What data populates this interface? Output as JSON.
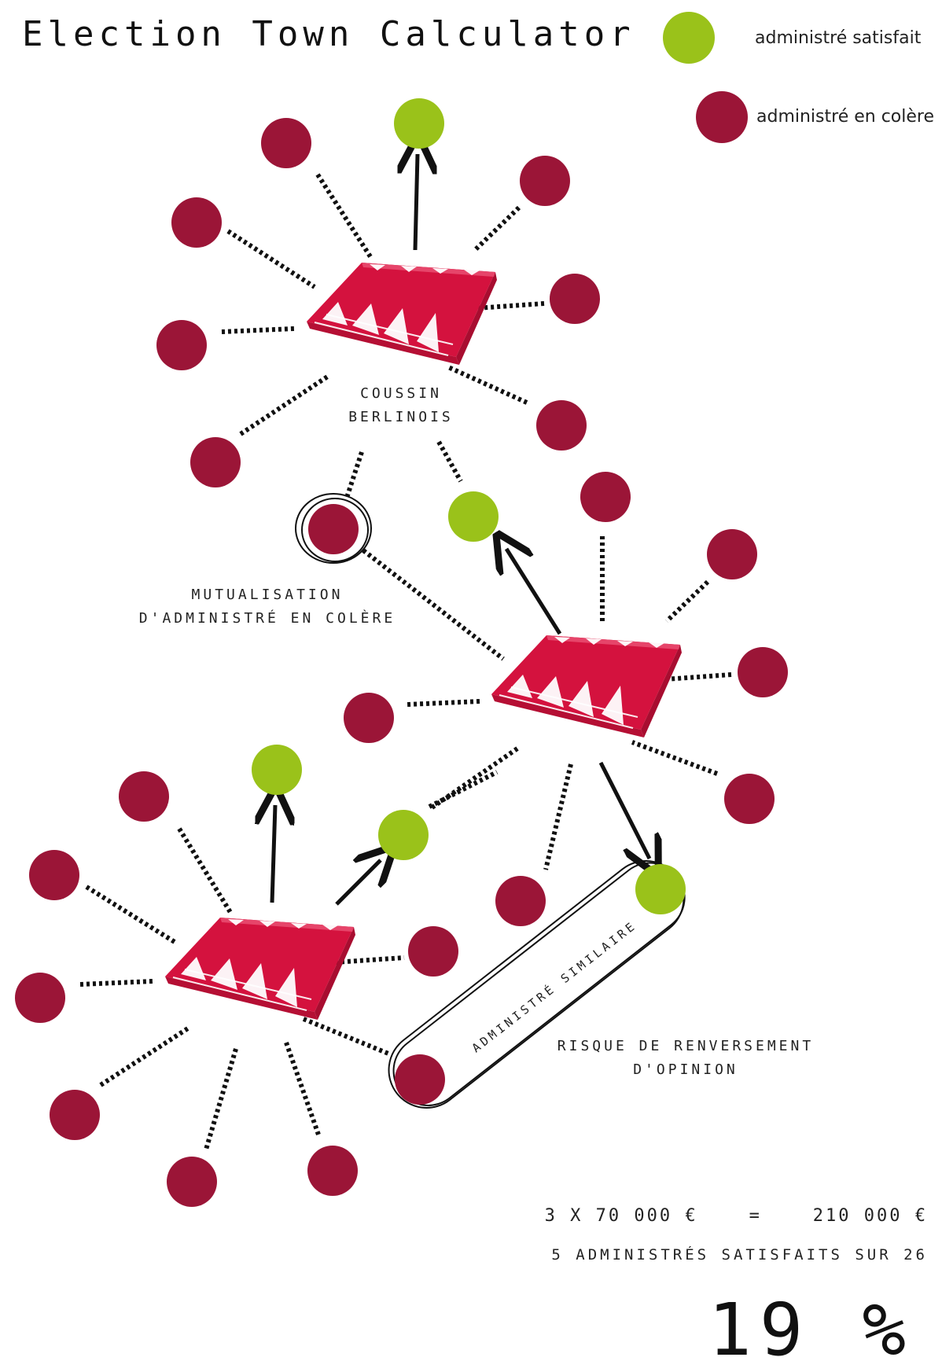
{
  "title": "Election Town Calculator",
  "legend": {
    "satisfied": {
      "label": "administré satisfait",
      "color": "#9ac21a"
    },
    "angry": {
      "label": "administré en colère",
      "color": "#9b1537"
    }
  },
  "captions": {
    "cushion": [
      "COUSSIN",
      "BERLINOIS"
    ],
    "mutualisation": [
      "MUTUALISATION",
      "D'ADMINISTRÉ EN COLÈRE"
    ],
    "similar": "ADMINISTRÉ SIMILAIRE",
    "risk": [
      "RISQUE DE RENVERSEMENT",
      "D'OPINION"
    ]
  },
  "calculation": {
    "cost_line": "3 X 70 000 €    =    210 000 €",
    "ratio_line": "5 ADMINISTRÉS SATISFAITS SUR 26",
    "percent": "19 %"
  },
  "colors": {
    "cushion": "#d4123e",
    "cushion_dark": "#a80d30",
    "dotted_line": "#111111",
    "arrow": "#111111"
  }
}
